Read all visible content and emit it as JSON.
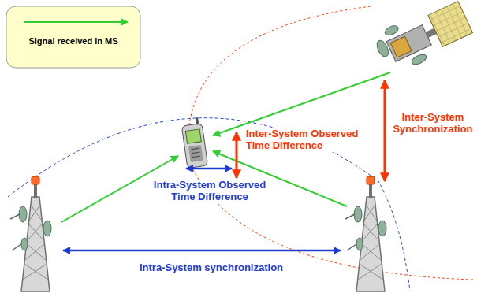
{
  "diagram": {
    "labels": [
      "Inter-System Synchronization",
      "Inter-System Observed Time Difference",
      "Intra-System Observed Time Difference",
      "Intra-System synchronization"
    ],
    "legend": [
      {
        "text": "Signal received in MS"
      }
    ]
  }
}
